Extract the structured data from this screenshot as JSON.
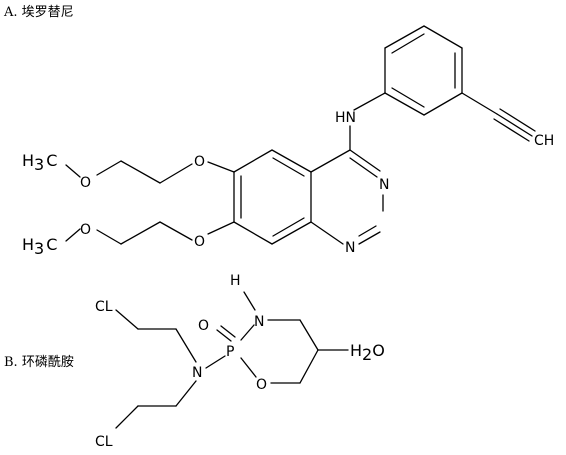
{
  "captions": {
    "a": "A. 埃罗替尼",
    "b": "B. 环磷酰胺"
  },
  "erlotinib": {
    "nh": "HN",
    "alkyne_ch": "CH",
    "n1": "N",
    "n3": "N",
    "o6": "O",
    "o7": "O",
    "o_chain_top": "O",
    "o_chain_bottom": "O",
    "methyl_top": {
      "h": "H",
      "sub": "3",
      "c": "C"
    },
    "methyl_bottom": {
      "h": "H",
      "sub": "3",
      "c": "C"
    }
  },
  "cyclophosphamide": {
    "cl_top": "CL",
    "cl_bottom": "CL",
    "n_exo": "N",
    "p": "P",
    "o_oxo": "O",
    "n_ring": "N",
    "h_on_n": "H",
    "o_ring": "O",
    "water": {
      "h": "H",
      "sub": "2",
      "o": "O"
    }
  },
  "colors": {
    "ink": "#000000",
    "background": "#ffffff"
  }
}
